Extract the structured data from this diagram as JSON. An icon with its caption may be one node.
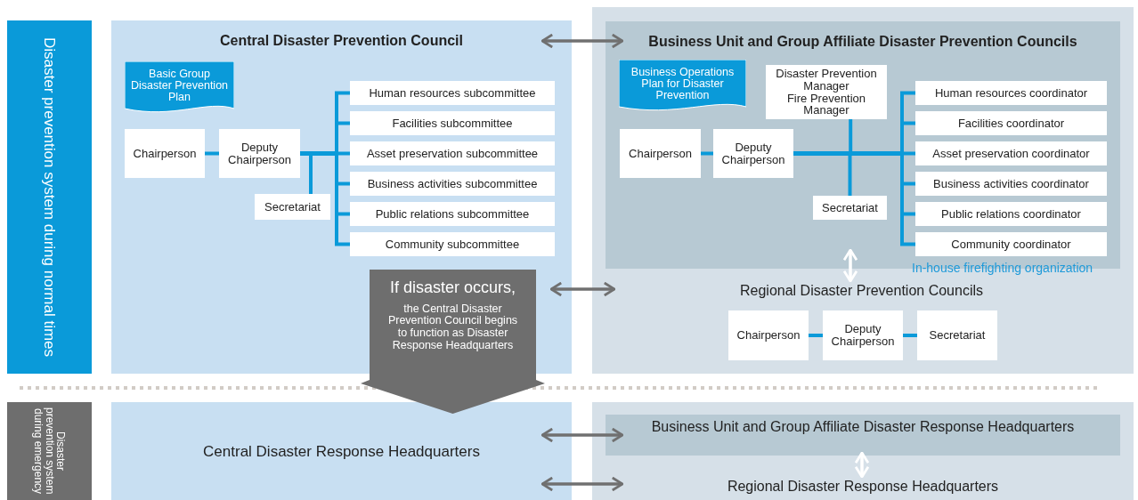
{
  "diagram": {
    "nodes": [
      {
        "text": [
          "Disaster prevention system during normal times"
        ]
      },
      {
        "text": [
          "Central Disaster Prevention Council"
        ]
      },
      {
        "text": [
          "Basic Group Disaster Prevention Plan"
        ],
        "in": 1
      },
      {
        "text": [
          "Chairperson"
        ],
        "in": 1
      },
      {
        "text": [
          "Deputy Chairperson"
        ],
        "in": 1
      },
      {
        "text": [
          "Secretariat"
        ],
        "in": 1
      },
      {
        "text": [
          "Human resources subcommittee"
        ],
        "in": 1
      },
      {
        "text": [
          "Facilities subcommittee"
        ],
        "in": 1
      },
      {
        "text": [
          "Asset preservation subcommittee"
        ],
        "in": 1
      },
      {
        "text": [
          "Business activities subcommittee"
        ],
        "in": 1
      },
      {
        "text": [
          "Public relations subcommittee"
        ],
        "in": 1
      },
      {
        "text": [
          "Community subcommittee"
        ],
        "in": 1
      },
      {
        "text": [],
        "shape": "box"
      },
      {
        "text": [
          "Business Unit and Group Affiliate Disaster Prevention Councils"
        ],
        "in": 12
      },
      {
        "text": [
          "Business Operations Plan for Disaster Prevention"
        ],
        "in": 13
      },
      {
        "text": [
          "Chairperson"
        ],
        "in": 13
      },
      {
        "text": [
          "Deputy Chairperson"
        ],
        "in": 13
      },
      {
        "text": [
          "Disaster Prevention Manager",
          "Fire Prevention Manager"
        ],
        "in": 13
      },
      {
        "text": [
          "Secretariat"
        ],
        "in": 13
      },
      {
        "text": [
          "Human resources coordinator"
        ],
        "in": 13
      },
      {
        "text": [
          "Facilities coordinator"
        ],
        "in": 13
      },
      {
        "text": [
          "Asset preservation coordinator"
        ],
        "in": 13
      },
      {
        "text": [
          "Business activities coordinator"
        ],
        "in": 13
      },
      {
        "text": [
          "Public relations coordinator"
        ],
        "in": 13
      },
      {
        "text": [
          "Community coordinator"
        ],
        "in": 13
      },
      {
        "text": [
          "Chairperson"
        ],
        "in": 12
      },
      {
        "text": [
          "Deputy Chairperson"
        ],
        "in": 12
      },
      {
        "text": [
          "Secretariat"
        ],
        "in": 12
      },
      {
        "text": [
          "If disaster occurs,",
          "the Central Disaster Prevention Council begins to function as Disaster Response Headquarters"
        ]
      },
      {
        "text": [
          "Disaster prevention system during emergency"
        ]
      },
      {
        "text": [
          "Central Disaster Response Headquarters"
        ]
      },
      {
        "text": [],
        "shape": "box"
      },
      {
        "text": [
          "Business Unit and Group Affiliate Disaster Response Headquarters"
        ],
        "in": 31
      },
      {
        "text": [
          "Regional Disaster Prevention Councils"
        ],
        "in": 12
      },
      {
        "text": [
          "Regional Disaster Response Headquarters"
        ],
        "in": 31
      }
    ],
    "edges": [
      {
        "from": 1,
        "to": 13,
        "arrow": "both",
        "color": "#707070"
      },
      {
        "from": 1,
        "to": 12,
        "arrow": "both",
        "color": "#707070"
      },
      {
        "from": 13,
        "to": 33,
        "arrow": "both",
        "color": "#ffffff"
      },
      {
        "from": 3,
        "to": 4,
        "arrow": "none",
        "color": "#0a9ad9"
      },
      {
        "from": 4,
        "to": 5,
        "arrow": "none",
        "color": "#0a9ad9"
      },
      {
        "from": 4,
        "to": 6,
        "arrow": "none",
        "color": "#0a9ad9"
      },
      {
        "from": 4,
        "to": 7,
        "arrow": "none",
        "color": "#0a9ad9"
      },
      {
        "from": 4,
        "to": 8,
        "arrow": "none",
        "color": "#0a9ad9"
      },
      {
        "from": 4,
        "to": 9,
        "arrow": "none",
        "color": "#0a9ad9"
      },
      {
        "from": 4,
        "to": 10,
        "arrow": "none",
        "color": "#0a9ad9"
      },
      {
        "from": 4,
        "to": 11,
        "arrow": "none",
        "color": "#0a9ad9"
      },
      {
        "from": 15,
        "to": 16,
        "arrow": "none",
        "color": "#0a9ad9"
      },
      {
        "from": 16,
        "to": 17,
        "arrow": "none",
        "color": "#0a9ad9"
      },
      {
        "from": 16,
        "to": 18,
        "arrow": "none",
        "color": "#0a9ad9"
      },
      {
        "from": 16,
        "to": 19,
        "arrow": "none",
        "color": "#0a9ad9"
      },
      {
        "from": 16,
        "to": 20,
        "arrow": "none",
        "color": "#0a9ad9"
      },
      {
        "from": 16,
        "to": 21,
        "arrow": "none",
        "color": "#0a9ad9"
      },
      {
        "from": 16,
        "to": 22,
        "arrow": "none",
        "color": "#0a9ad9"
      },
      {
        "from": 16,
        "to": 23,
        "arrow": "none",
        "color": "#0a9ad9"
      },
      {
        "from": 16,
        "to": 24,
        "arrow": "none",
        "color": "#0a9ad9"
      },
      {
        "from": 25,
        "to": 26,
        "arrow": "none",
        "color": "#0a9ad9"
      },
      {
        "from": 26,
        "to": 27,
        "arrow": "none",
        "color": "#0a9ad9"
      },
      {
        "from": 30,
        "to": 32,
        "arrow": "both",
        "color": "#707070"
      },
      {
        "from": 30,
        "to": 31,
        "arrow": "both",
        "color": "#707070"
      },
      {
        "from": 32,
        "to": 34,
        "arrow": "both",
        "color": "#ffffff"
      }
    ],
    "labels": [
      "In-house firefighting organization"
    ]
  }
}
